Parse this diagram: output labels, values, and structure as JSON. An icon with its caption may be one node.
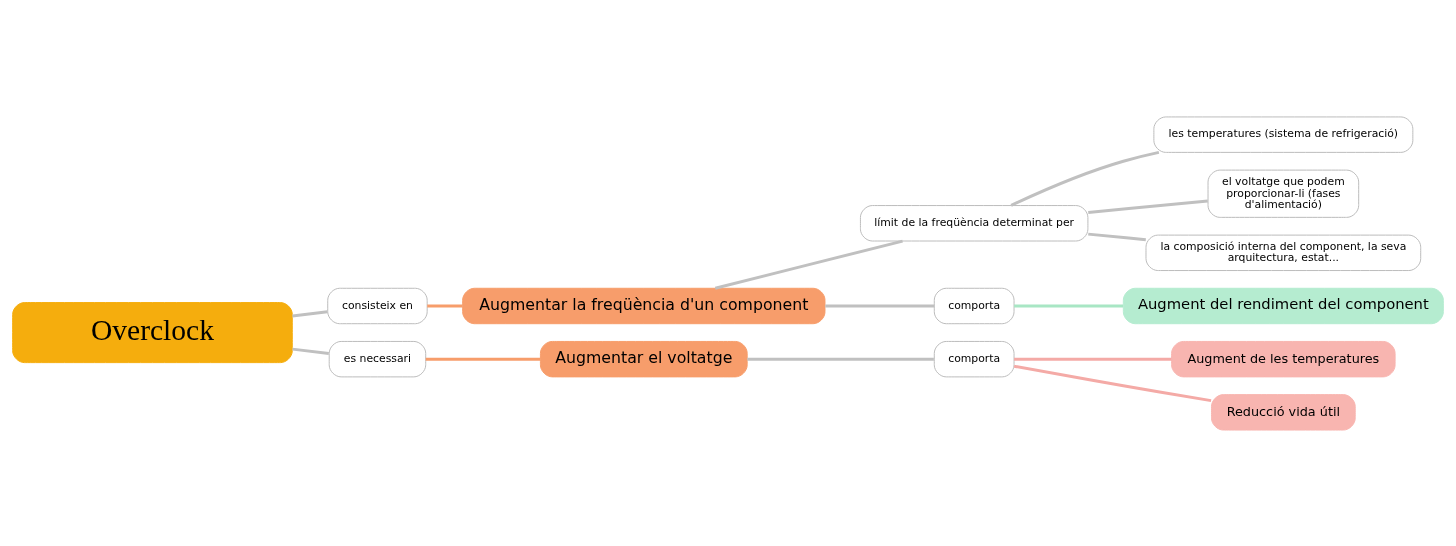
{
  "diagram": {
    "nodes": [
      {
        "text": [
          "Overclock"
        ]
      },
      {
        "text": [
          "consisteix en"
        ]
      },
      {
        "text": [
          "Augmentar la freqüència d'un component"
        ]
      },
      {
        "text": [
          "límit de la freqüència determinat per"
        ]
      },
      {
        "text": [
          "les temperatures (sistema de refrigeració)"
        ]
      },
      {
        "text": [
          "el voltatge que podem proporcionar-li (fases d'alimentació)"
        ]
      },
      {
        "text": [
          "la composició interna del component, la seva arquitectura, estat..."
        ]
      },
      {
        "text": [
          "comporta"
        ]
      },
      {
        "text": [
          "Augment del rendiment del component"
        ]
      },
      {
        "text": [
          "es necessari"
        ]
      },
      {
        "text": [
          "Augmentar el voltatge"
        ]
      },
      {
        "text": [
          "comporta"
        ]
      },
      {
        "text": [
          "Augment de les temperatures"
        ]
      },
      {
        "text": [
          "Reducció vida útil"
        ]
      }
    ],
    "edges": [
      {
        "from": 0,
        "to": 1,
        "arrow": "none"
      },
      {
        "from": 1,
        "to": 2,
        "arrow": "none",
        "color": "#f79d6b"
      },
      {
        "from": 2,
        "to": 3,
        "arrow": "none"
      },
      {
        "from": 3,
        "to": 4,
        "arrow": "none"
      },
      {
        "from": 3,
        "to": 5,
        "arrow": "none"
      },
      {
        "from": 3,
        "to": 6,
        "arrow": "none"
      },
      {
        "from": 2,
        "to": 7,
        "arrow": "none"
      },
      {
        "from": 7,
        "to": 8,
        "arrow": "none",
        "color": "#a8e6c4"
      },
      {
        "from": 0,
        "to": 9,
        "arrow": "none"
      },
      {
        "from": 9,
        "to": 10,
        "arrow": "none",
        "color": "#f79d6b"
      },
      {
        "from": 10,
        "to": 11,
        "arrow": "none"
      },
      {
        "from": 11,
        "to": 12,
        "arrow": "none",
        "color": "#f4aaa6"
      },
      {
        "from": 11,
        "to": 13,
        "arrow": "none",
        "color": "#f4aaa6"
      }
    ]
  }
}
